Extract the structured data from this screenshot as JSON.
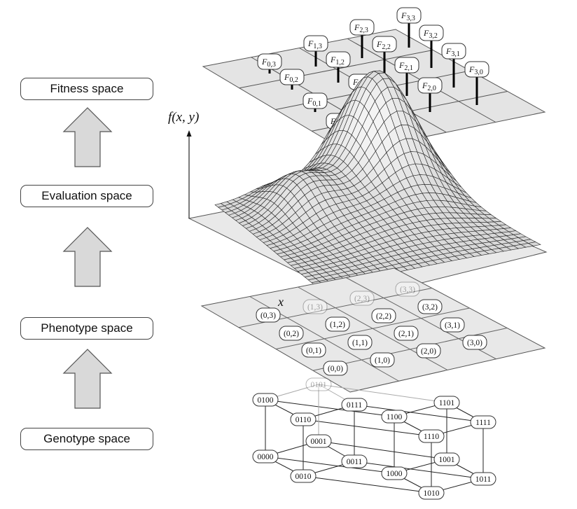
{
  "left_labels": {
    "fitness": "Fitness space",
    "evaluation": "Evaluation space",
    "phenotype": "Phenotype space",
    "genotype": "Genotype space"
  },
  "axis": {
    "f_label": "f(x, y)",
    "x_label": "x"
  },
  "fitness_labels": [
    "F0,3",
    "F0,2",
    "F1,3",
    "F1,2",
    "F0,1",
    "F1,1",
    "F0,0",
    "F1,0",
    "F2,3",
    "F2,2",
    "F2,1",
    "F2,0",
    "F3,3",
    "F3,2",
    "F3,1",
    "F3,0"
  ],
  "phenotype_labels": [
    "(0,3)",
    "(1,3)",
    "(2,3)",
    "(3,3)",
    "(0,2)",
    "(1,2)",
    "(2,2)",
    "(3,2)",
    "(0,1)",
    "(1,1)",
    "(2,1)",
    "(3,1)",
    "(0,0)",
    "(1,0)",
    "(2,0)",
    "(3,0)"
  ],
  "genotype_labels": [
    "0101",
    "0100",
    "0111",
    "1101",
    "0110",
    "1100",
    "1111",
    "0001",
    "1110",
    "0000",
    "0011",
    "1001",
    "0010",
    "1000",
    "1011",
    "1010"
  ]
}
